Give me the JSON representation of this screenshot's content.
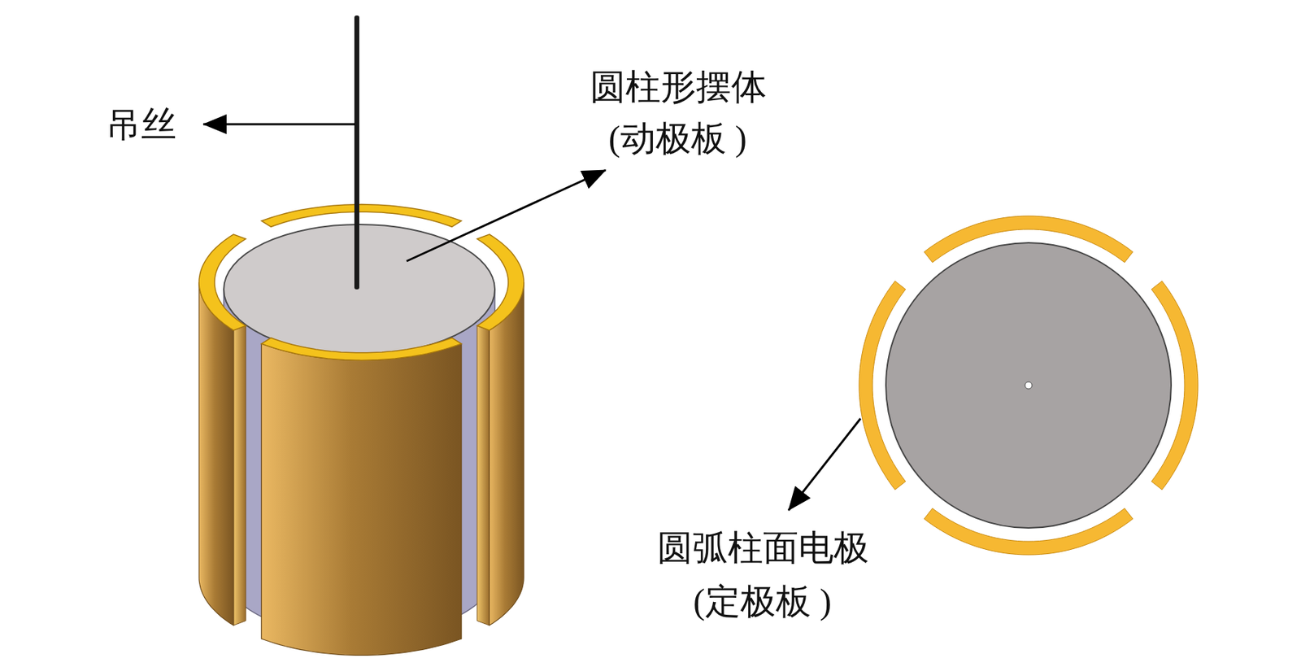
{
  "diagram": {
    "labels": [
      "吊丝",
      "圆柱形摆体",
      "(动极板 )",
      "圆弧柱面电极",
      "(定极板 )"
    ]
  }
}
